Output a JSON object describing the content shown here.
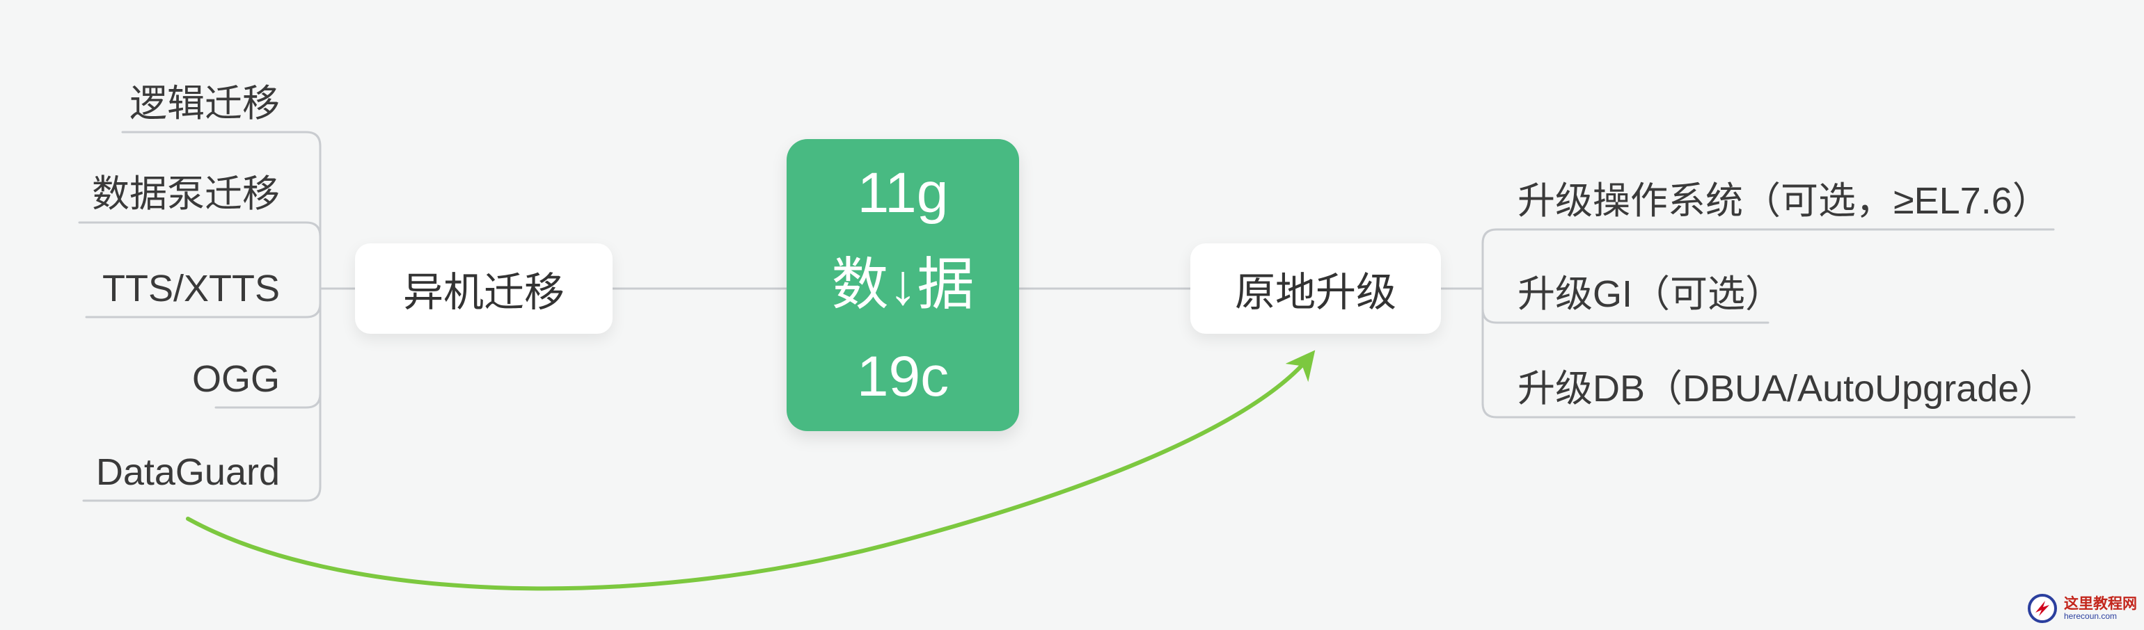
{
  "center_node": {
    "line1": "11g",
    "line2": "数↓据",
    "line3": "19c"
  },
  "left_branch": {
    "label": "异机迁移",
    "children": [
      {
        "label": "逻辑迁移"
      },
      {
        "label": "数据泵迁移"
      },
      {
        "label": "TTS/XTTS"
      },
      {
        "label": "OGG"
      },
      {
        "label": "DataGuard"
      }
    ]
  },
  "right_branch": {
    "label": "原地升级",
    "children": [
      {
        "label": "升级操作系统（可选，≥EL7.6）"
      },
      {
        "label": "升级GI（可选）"
      },
      {
        "label": "升级DB（DBUA/AutoUpgrade）"
      }
    ]
  },
  "watermark": {
    "site_name": "这里教程网",
    "site_url": "herecoun.com"
  },
  "colors": {
    "background": "#f5f6f6",
    "center_green": "#48ba82",
    "arrow_green": "#7cc83f",
    "connector_gray": "#c9ccd0",
    "text": "#3a3a3a"
  }
}
